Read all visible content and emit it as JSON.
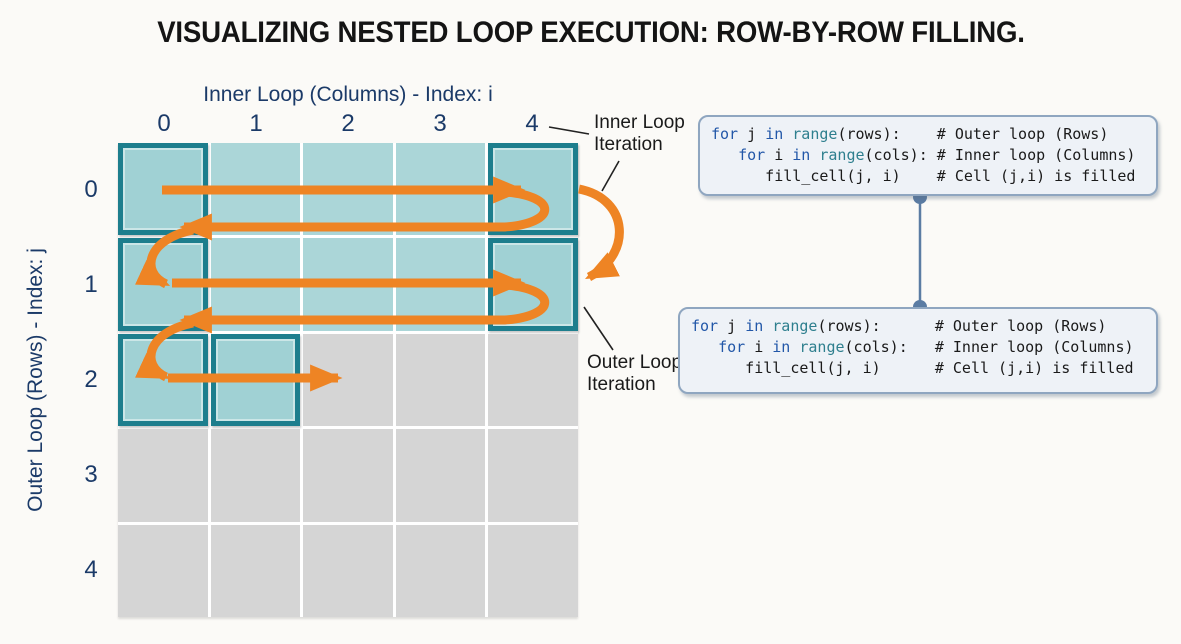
{
  "title": "VISUALIZING NESTED LOOP EXECUTION: ROW-BY-ROW FILLING.",
  "colors": {
    "background": "#fbfaf7",
    "title_color": "#141414",
    "navy": "#1b3a68",
    "cell_filled": "#abd6d8",
    "cell_highlight_fill": "#a0d1d4",
    "cell_border": "#1d7e8d",
    "cell_empty": "#d5d5d5",
    "arrow_orange": "#ee8424",
    "code_bg": "#eef2f7",
    "code_border": "#8fa6c0",
    "code_keyword": "#2257a8",
    "code_function": "#2e7f8e",
    "code_text": "#1a1a1a",
    "connector": "#5b7ca3",
    "label_color": "#1a1a1a"
  },
  "grid": {
    "x_axis_title": "Inner Loop (Columns) - Index: i",
    "y_axis_title": "Outer Loop (Rows) - Index: j",
    "col_ticks": [
      "0",
      "1",
      "2",
      "3",
      "4"
    ],
    "row_ticks": [
      "0",
      "1",
      "2",
      "3",
      "4"
    ],
    "rows": 5,
    "cols": 5,
    "filled_cells": [
      [
        0,
        0
      ],
      [
        0,
        1
      ],
      [
        0,
        2
      ],
      [
        0,
        3
      ],
      [
        0,
        4
      ],
      [
        1,
        0
      ],
      [
        1,
        1
      ],
      [
        1,
        2
      ],
      [
        1,
        3
      ],
      [
        1,
        4
      ],
      [
        2,
        0
      ],
      [
        2,
        1
      ]
    ],
    "highlighted_cells": [
      [
        0,
        0
      ],
      [
        0,
        4
      ],
      [
        1,
        0
      ],
      [
        1,
        4
      ],
      [
        2,
        0
      ],
      [
        2,
        1
      ]
    ]
  },
  "annotations": {
    "inner_loop_label": {
      "line1": "Inner Loop",
      "line2": "Iteration"
    },
    "outer_loop_label": {
      "line1": "Outer Loop",
      "line2": "Iteration"
    }
  },
  "code_blocks": [
    {
      "lines": [
        [
          {
            "t": "kw",
            "s": "for"
          },
          {
            "t": "pl",
            "s": " j "
          },
          {
            "t": "kw",
            "s": "in"
          },
          {
            "t": "pl",
            "s": " "
          },
          {
            "t": "fn",
            "s": "range"
          },
          {
            "t": "pl",
            "s": "(rows):    "
          },
          {
            "t": "cm",
            "s": "# Outer loop (Rows)"
          }
        ],
        [
          {
            "t": "pl",
            "s": "   "
          },
          {
            "t": "kw",
            "s": "for"
          },
          {
            "t": "pl",
            "s": " i "
          },
          {
            "t": "kw",
            "s": "in"
          },
          {
            "t": "pl",
            "s": " "
          },
          {
            "t": "fn",
            "s": "range"
          },
          {
            "t": "pl",
            "s": "(cols): "
          },
          {
            "t": "cm",
            "s": "# Inner loop (Columns)"
          }
        ],
        [
          {
            "t": "pl",
            "s": "      fill_cell(j, i)    "
          },
          {
            "t": "cm",
            "s": "# Cell (j,i) is filled"
          }
        ]
      ]
    },
    {
      "lines": [
        [
          {
            "t": "kw",
            "s": "for"
          },
          {
            "t": "pl",
            "s": " j "
          },
          {
            "t": "kw",
            "s": "in"
          },
          {
            "t": "pl",
            "s": " "
          },
          {
            "t": "fn",
            "s": "range"
          },
          {
            "t": "pl",
            "s": "(rows):      "
          },
          {
            "t": "cm",
            "s": "# Outer loop (Rows)"
          }
        ],
        [
          {
            "t": "pl",
            "s": "   "
          },
          {
            "t": "kw",
            "s": "for"
          },
          {
            "t": "pl",
            "s": " i "
          },
          {
            "t": "kw",
            "s": "in"
          },
          {
            "t": "pl",
            "s": " "
          },
          {
            "t": "fn",
            "s": "range"
          },
          {
            "t": "pl",
            "s": "(cols):   "
          },
          {
            "t": "cm",
            "s": "# Inner loop (Columns)"
          }
        ],
        [
          {
            "t": "pl",
            "s": "      fill_cell(j, i)      "
          },
          {
            "t": "cm",
            "s": "# Cell (j,i) is filled"
          }
        ]
      ]
    }
  ]
}
